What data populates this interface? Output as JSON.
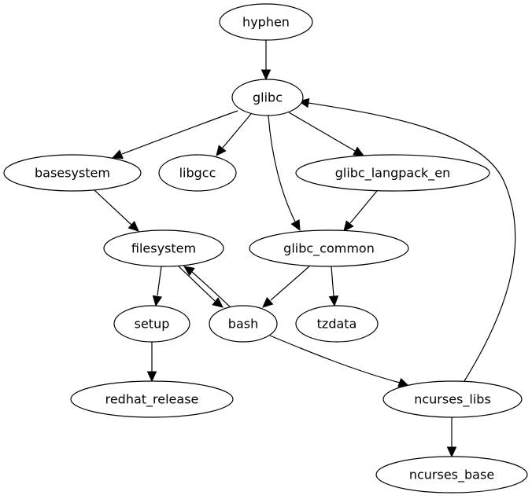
{
  "graph": {
    "type": "directed-dependency-graph",
    "nodes": [
      {
        "id": "hyphen",
        "label": "hyphen"
      },
      {
        "id": "glibc",
        "label": "glibc"
      },
      {
        "id": "basesystem",
        "label": "basesystem"
      },
      {
        "id": "libgcc",
        "label": "libgcc"
      },
      {
        "id": "glibc_langpack_en",
        "label": "glibc_langpack_en"
      },
      {
        "id": "filesystem",
        "label": "filesystem"
      },
      {
        "id": "glibc_common",
        "label": "glibc_common"
      },
      {
        "id": "setup",
        "label": "setup"
      },
      {
        "id": "bash",
        "label": "bash"
      },
      {
        "id": "tzdata",
        "label": "tzdata"
      },
      {
        "id": "redhat_release",
        "label": "redhat_release"
      },
      {
        "id": "ncurses_libs",
        "label": "ncurses_libs"
      },
      {
        "id": "ncurses_base",
        "label": "ncurses_base"
      }
    ],
    "edges": [
      {
        "from": "hyphen",
        "to": "glibc"
      },
      {
        "from": "glibc",
        "to": "basesystem"
      },
      {
        "from": "glibc",
        "to": "libgcc"
      },
      {
        "from": "glibc",
        "to": "glibc_langpack_en"
      },
      {
        "from": "glibc",
        "to": "glibc_common"
      },
      {
        "from": "basesystem",
        "to": "filesystem"
      },
      {
        "from": "glibc_langpack_en",
        "to": "glibc_common"
      },
      {
        "from": "filesystem",
        "to": "setup"
      },
      {
        "from": "filesystem",
        "to": "bash"
      },
      {
        "from": "bash",
        "to": "filesystem"
      },
      {
        "from": "glibc_common",
        "to": "bash"
      },
      {
        "from": "glibc_common",
        "to": "tzdata"
      },
      {
        "from": "setup",
        "to": "redhat_release"
      },
      {
        "from": "bash",
        "to": "ncurses_libs"
      },
      {
        "from": "ncurses_libs",
        "to": "glibc"
      },
      {
        "from": "ncurses_libs",
        "to": "ncurses_base"
      }
    ]
  }
}
